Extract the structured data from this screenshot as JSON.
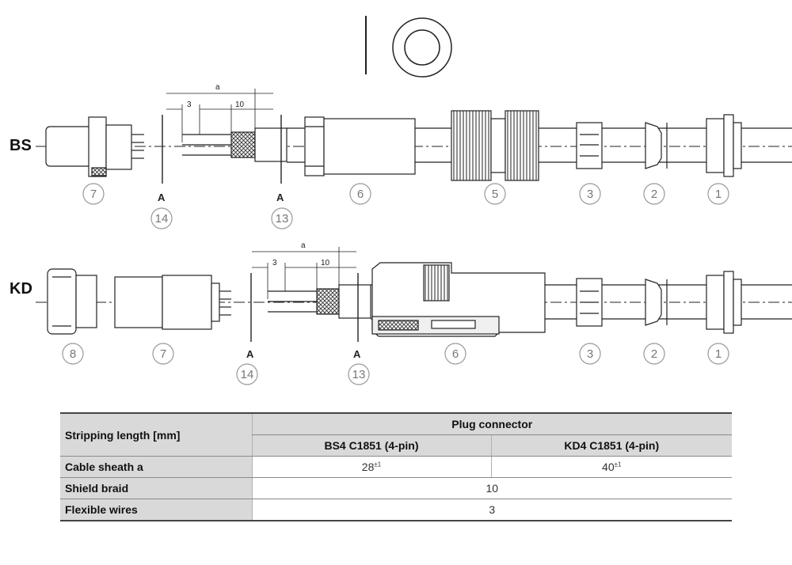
{
  "rows": [
    {
      "label": "BS",
      "callouts": [
        "7",
        "14",
        "13",
        "6",
        "5",
        "3",
        "2",
        "1"
      ],
      "sections": [
        "A",
        "A"
      ]
    },
    {
      "label": "KD",
      "callouts": [
        "8",
        "7",
        "14",
        "13",
        "6",
        "3",
        "2",
        "1"
      ],
      "sections": [
        "A",
        "A"
      ]
    }
  ],
  "dimensions": {
    "sheath": "a",
    "wires": "3",
    "braid": "10"
  },
  "table": {
    "title": "Stripping length [mm]",
    "group_header": "Plug connector",
    "col1": "BS4 C1851 (4-pin)",
    "col2": "KD4 C1851 (4-pin)",
    "rows": [
      {
        "label": "Cable sheath a",
        "v1": "28",
        "v1_tol": "±1",
        "v2": "40",
        "v2_tol": "±1"
      },
      {
        "label": "Shield braid",
        "value": "10"
      },
      {
        "label": "Flexible wires",
        "value": "3"
      }
    ]
  }
}
